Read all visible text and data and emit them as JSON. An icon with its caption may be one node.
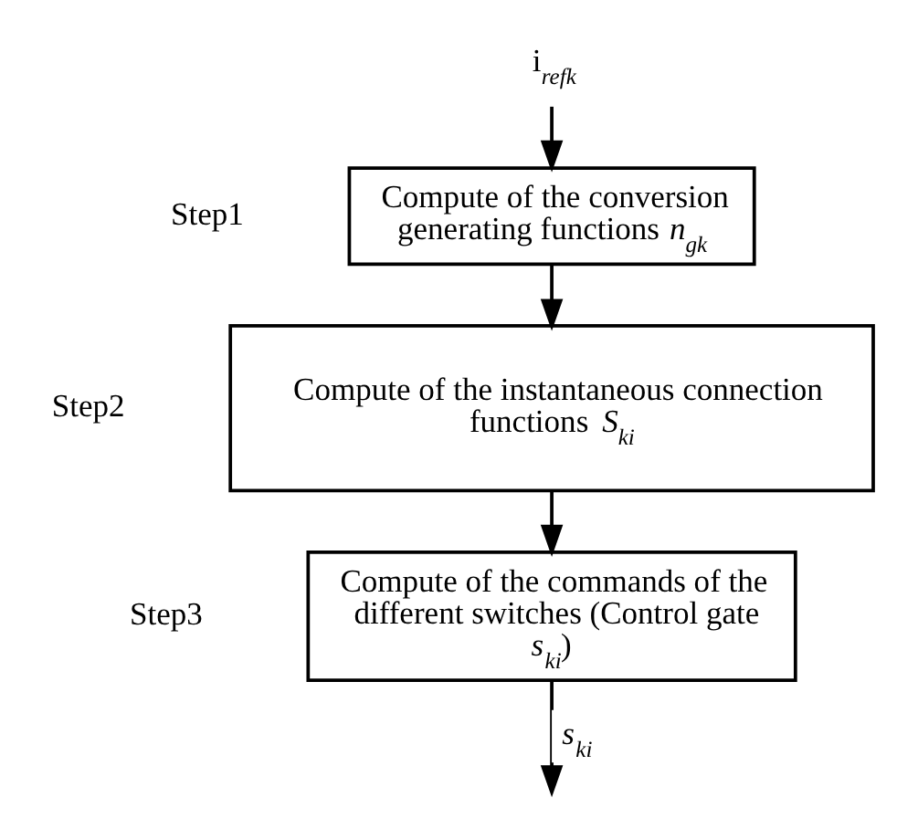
{
  "diagram": {
    "nodes": [
      {
        "text": [
          "i$_{refk}$"
        ]
      },
      {
        "text": [
          "Compute of the conversion generating functions *n*$_{gk}$"
        ],
        "beside": [
          "Step1"
        ]
      },
      {
        "text": [
          "Compute of the instantaneous connection functions *S*$_{ki}$"
        ],
        "beside": [
          "Step2"
        ]
      },
      {
        "text": [
          "Compute of the commands of the different switches (Control gate *s*$_{ki}$)"
        ],
        "beside": [
          "Step3"
        ]
      }
    ],
    "edges": [
      {
        "from": 0,
        "to": 1,
        "arrow": "to"
      },
      {
        "from": 1,
        "to": 2,
        "arrow": "to"
      },
      {
        "from": 2,
        "to": 3,
        "arrow": "to"
      },
      {
        "from": 3,
        "to": null,
        "arrow": "to",
        "label": "*s*$_{ki}$"
      }
    ]
  }
}
